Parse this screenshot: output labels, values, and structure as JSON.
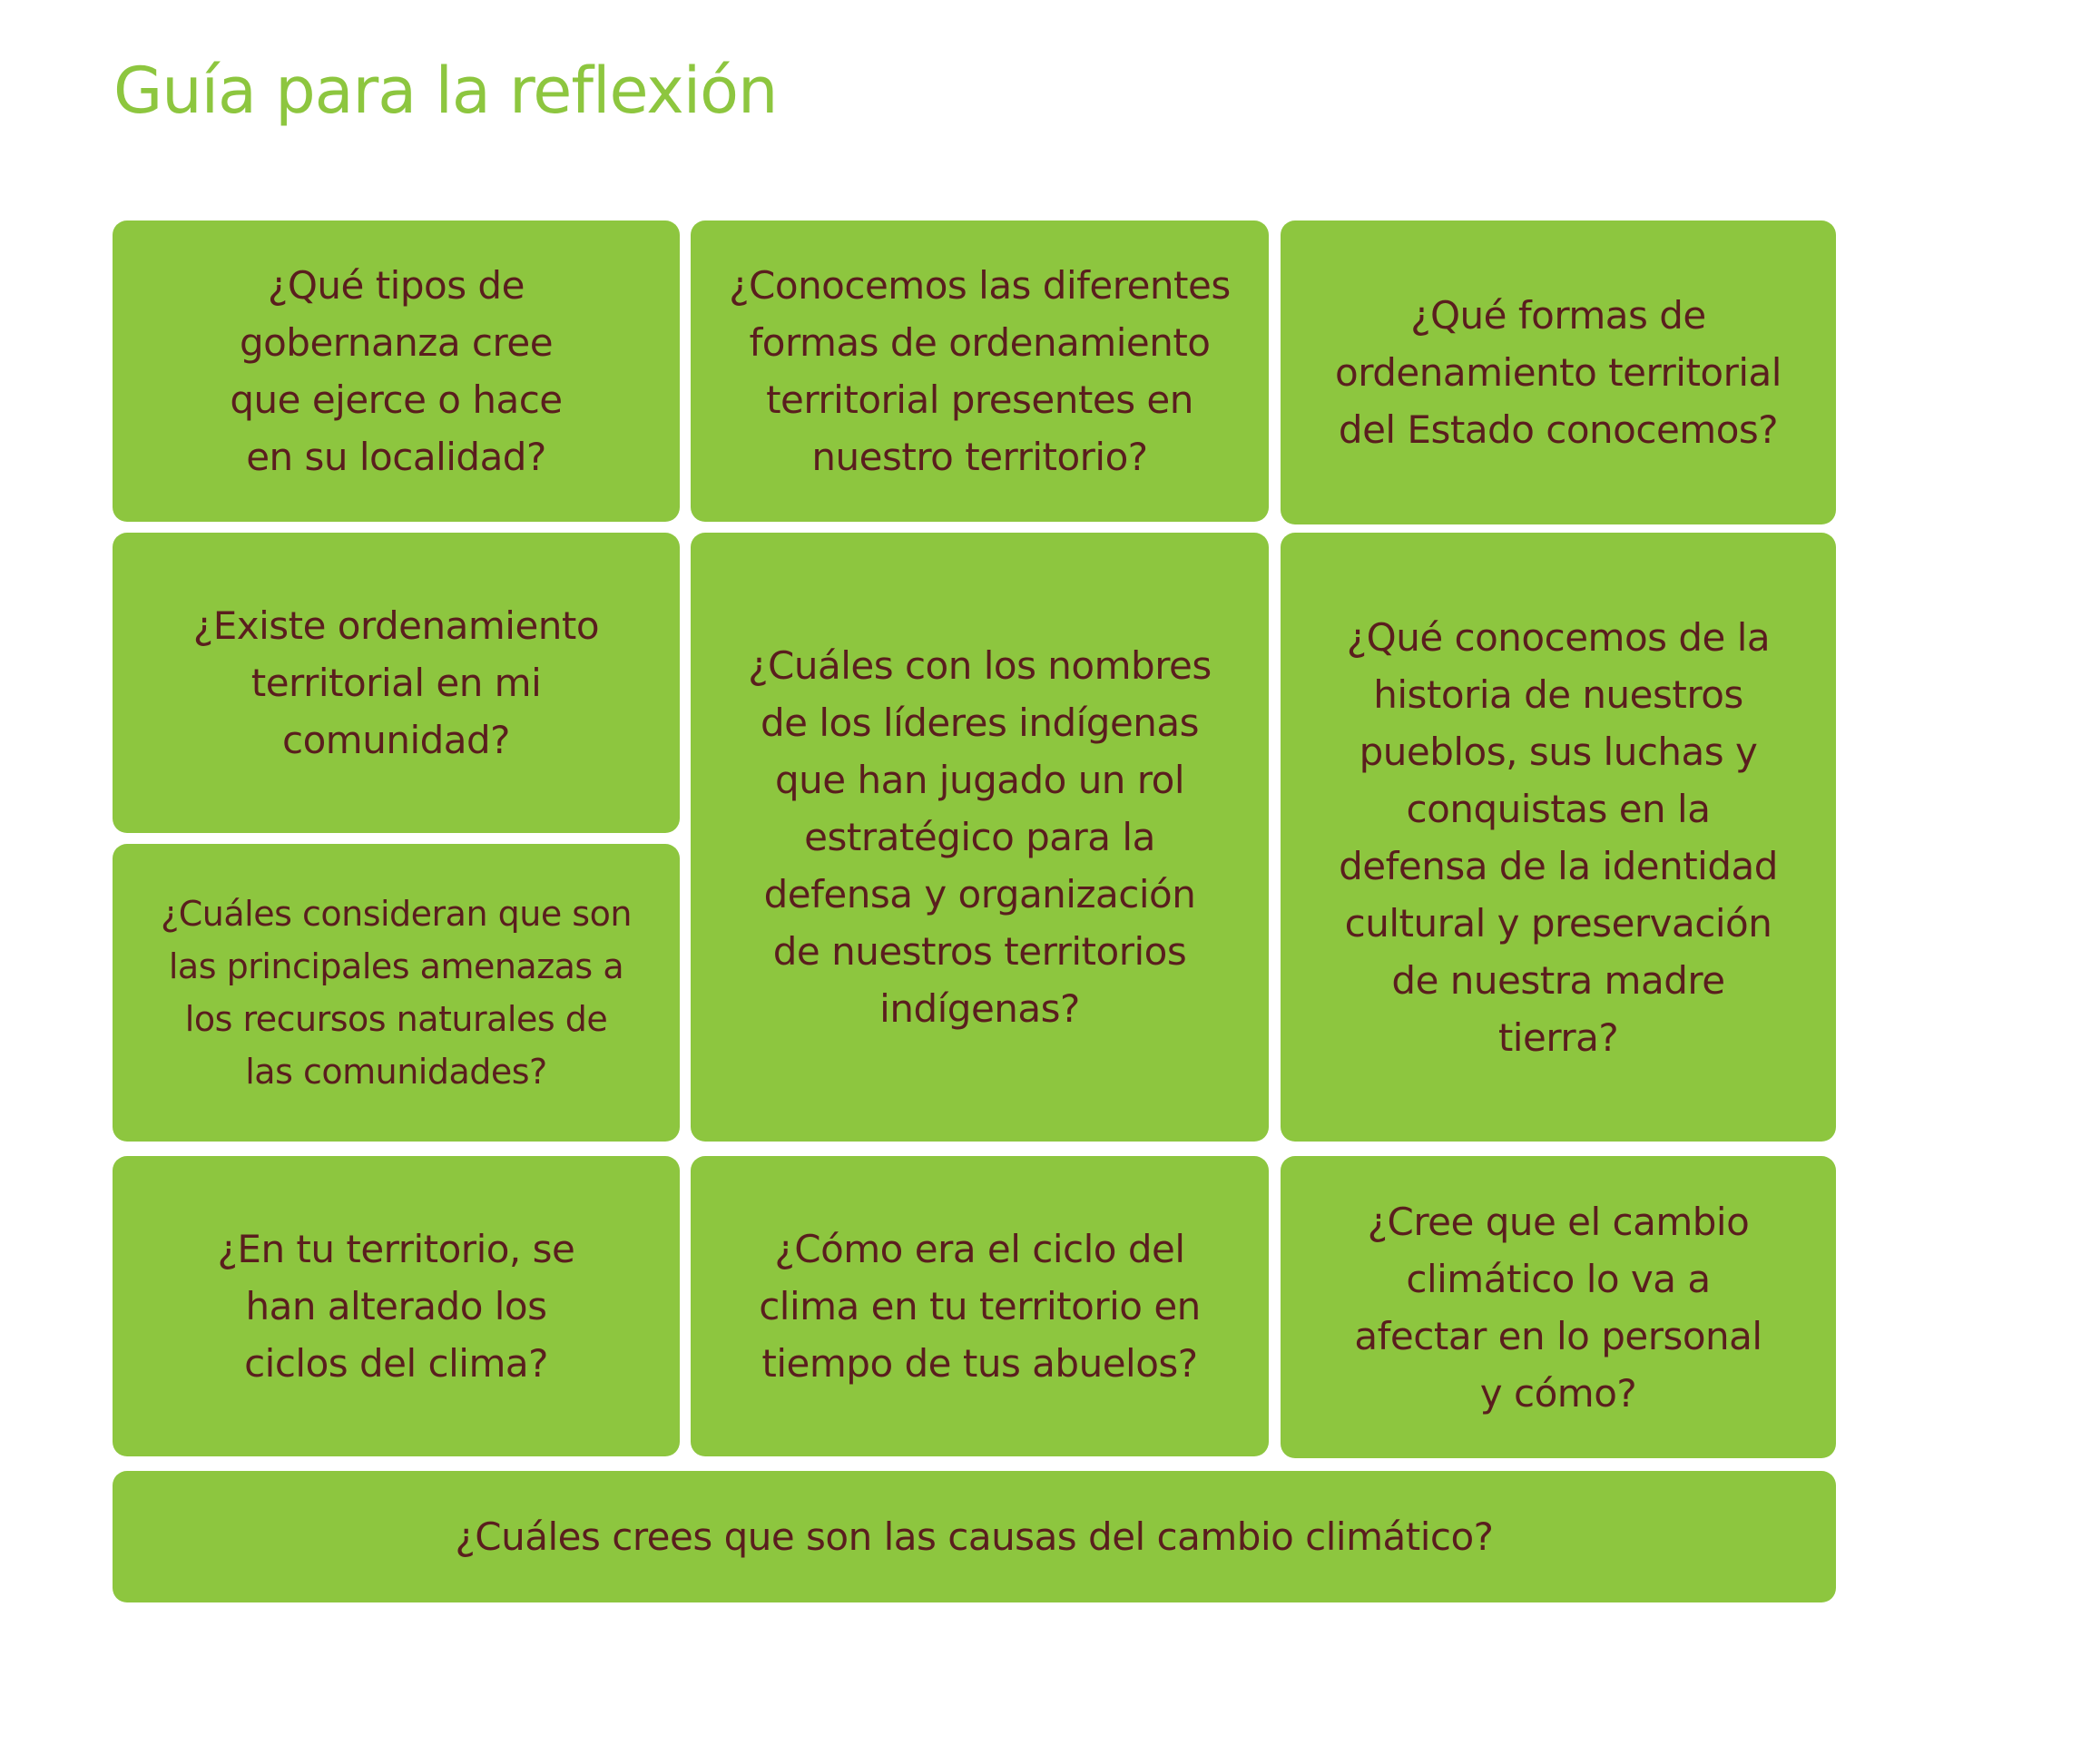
{
  "page": {
    "title": "Guía para la reflexión"
  },
  "colors": {
    "accent": "#8dc63f",
    "card_text": "#5a1e1e",
    "background": "#ffffff"
  },
  "cards": {
    "gobernanza": "¿Qué tipos de\ngobernanza cree\nque ejerce o hace\nen su localidad?",
    "conocemos_formas": "¿Conocemos las diferentes\nformas de ordenamiento\nterritorial presentes en\nnuestro territorio?",
    "formas_estado": "¿Qué formas de\nordenamiento territorial\ndel Estado conocemos?",
    "existe_ordenamiento": "¿Existe ordenamiento\nterritorial en mi\ncomunidad?",
    "lideres": "¿Cuáles con los nombres\nde los líderes indígenas\nque han jugado un rol\nestratégico para la\ndefensa y organización\nde nuestros territorios\nindígenas?",
    "historia": "¿Qué conocemos de la\nhistoria de nuestros\npueblos, sus luchas y\nconquistas en la\ndefensa de la identidad\ncultural y preservación\nde nuestra madre\ntierra?",
    "amenazas": "¿Cuáles consideran que son\nlas principales amenazas a\nlos recursos naturales de\nlas comunidades?",
    "ciclos_clima": "¿En tu territorio, se\nhan alterado los\nciclos del clima?",
    "ciclo_abuelos": "¿Cómo era el ciclo del\nclima en tu territorio en\ntiempo de tus abuelos?",
    "cambio_personal": "¿Cree que el cambio\nclimático lo va a\nafectar en lo personal\ny cómo?",
    "causas": "¿Cuáles crees que son las causas del cambio climático?"
  }
}
